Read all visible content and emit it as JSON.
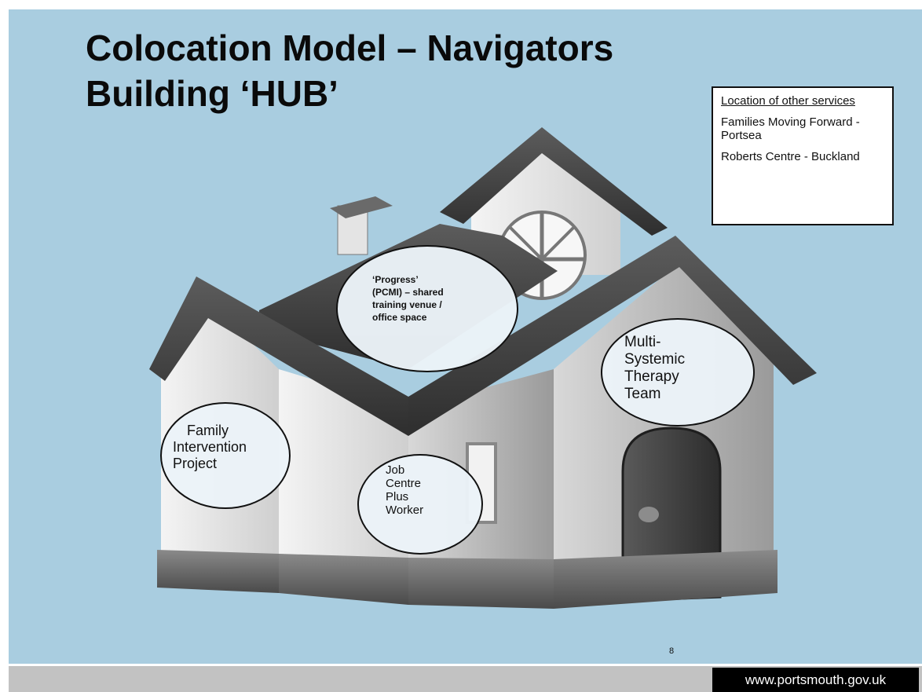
{
  "slide": {
    "title_line1": "Colocation Model – Navigators",
    "title_line2": "Building ‘HUB’",
    "page_number": "8",
    "footer_url": "www.portsmouth.gov.uk",
    "colors": {
      "background": "#a9cde0",
      "footer_bar": "#c2c2c2",
      "url_box": "#000000"
    }
  },
  "location_box": {
    "heading": "Location of other services",
    "items": [
      "Families Moving Forward - Portsea",
      "Roberts Centre - Buckland"
    ]
  },
  "bubbles": {
    "progress": {
      "lines": [
        "‘Progress’",
        "(PCMI) – shared",
        "training venue /",
        "office space"
      ]
    },
    "mst": {
      "lines": [
        "Multi-",
        "Systemic",
        "Therapy",
        "Team"
      ]
    },
    "fip": {
      "lines": [
        "Family",
        "Intervention",
        "Project"
      ]
    },
    "job": {
      "lines": [
        "Job",
        "Centre",
        "Plus",
        "Worker"
      ]
    }
  },
  "illustration": {
    "icon": "house-icon"
  }
}
